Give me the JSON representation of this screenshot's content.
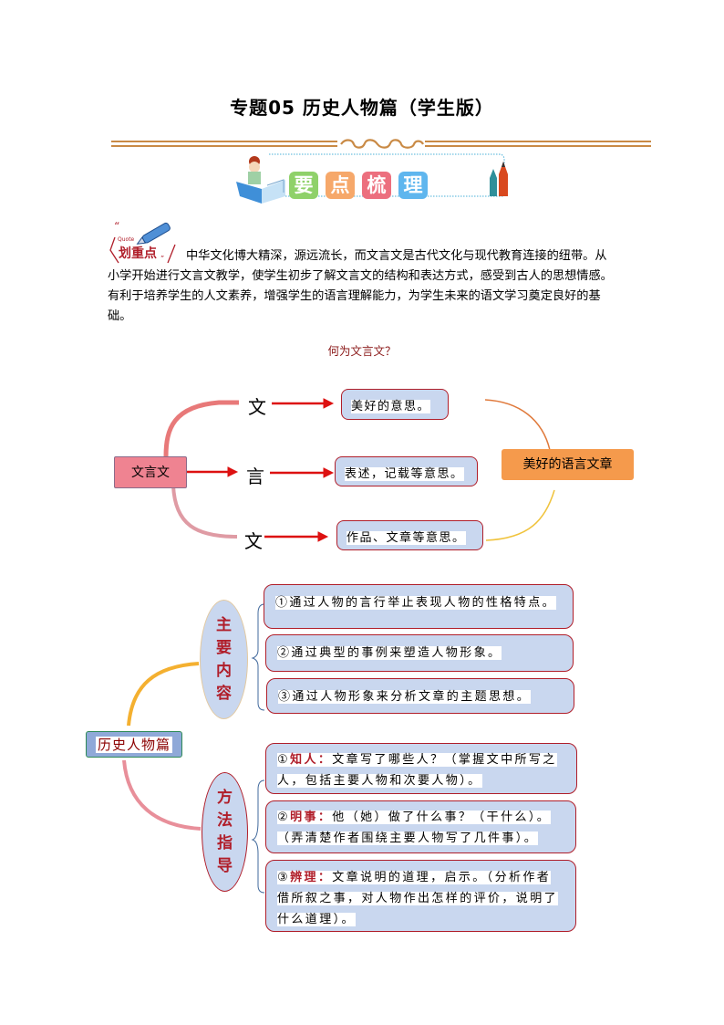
{
  "header": {
    "title": "专题05  历史人物篇（学生版）",
    "banner_tiles": [
      {
        "char": "要",
        "color": "#8fd16a"
      },
      {
        "char": "点",
        "color": "#f6a86a"
      },
      {
        "char": "梳",
        "color": "#ec6f7e"
      },
      {
        "char": "理",
        "color": "#5fb6ee"
      }
    ],
    "rule_color": "#c98a45"
  },
  "quote_badge": {
    "quote_word": "Quote",
    "label": "划重点",
    "open_mark": "“",
    "close_mark": "”"
  },
  "intro": {
    "text": "中华文化博大精深，源远流长，而文言文是古代文化与现代教育连接的纽带。从小学开始进行文言文教学，使学生初步了解文言文的结构和表达方式，感受到古人的思想情感。有利于培养学生的人文素养，增强学生的语言理解能力，为学生未来的语文学习奠定良好的基础。"
  },
  "diagram1": {
    "heading": "何为文言文？",
    "root": "文言文",
    "root_color": "#ef8391",
    "branches": [
      {
        "char": "文",
        "meaning": "美好的意思。"
      },
      {
        "char": "言",
        "meaning": "表述，记载等意思。"
      },
      {
        "char": "文",
        "meaning": "作品、文章等意思。"
      }
    ],
    "result": "美好的语言文章",
    "result_color": "#f59a4c"
  },
  "diagram2": {
    "root": "历史人物篇",
    "root_color": "#8fa9d8",
    "root_border": "#2e8b57",
    "groups": [
      {
        "label_chars": [
          "主",
          "要",
          "内",
          "容"
        ],
        "items": [
          {
            "num": "①",
            "key": "",
            "text": "通过人物的言行举止表现人物的性格特点。"
          },
          {
            "num": "②",
            "key": "",
            "text": "通过典型的事例来塑造人物形象。"
          },
          {
            "num": "③",
            "key": "",
            "text": "通过人物形象来分析文章的主题思想。"
          }
        ]
      },
      {
        "label_chars": [
          "方",
          "法",
          "指",
          "导"
        ],
        "items": [
          {
            "num": "①",
            "key": "知人：",
            "text": "文章写了哪些人？（掌握文中所写之人，包括主要人物和次要人物）。"
          },
          {
            "num": "②",
            "key": "明事：",
            "text": "他（她）做了什么事？（干什么）。（弄清楚作者围绕主要人物写了几件事）。"
          },
          {
            "num": "③",
            "key": "辨理：",
            "text": "文章说明的道理，启示。（分析作者借所叙之事，对人物作出怎样的评价，说明了什么道理）。"
          }
        ]
      }
    ]
  }
}
